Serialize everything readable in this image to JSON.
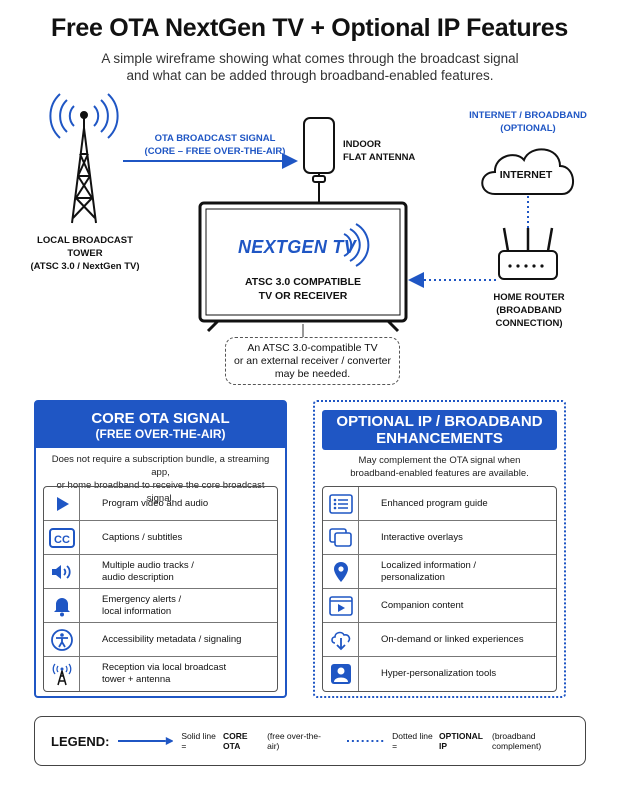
{
  "header": {
    "title": "Free OTA NextGen TV + Optional IP Features",
    "subtitle_line1": "A simple wireframe showing what comes through the broadcast signal",
    "subtitle_line2": "and what can be added through broadband-enabled features."
  },
  "diagram": {
    "tower_label_1": "LOCAL BROADCAST TOWER",
    "tower_label_2": "(ATSC 3.0 / NextGen TV)",
    "signal_label_1": "OTA BROADCAST SIGNAL",
    "signal_label_2": "(CORE – FREE OVER-THE-AIR)",
    "antenna_label_1": "INDOOR",
    "antenna_label_2": "FLAT ANTENNA",
    "internet_label_1": "INTERNET / BROADBAND",
    "internet_label_2": "(OPTIONAL)",
    "cloud_label": "INTERNET",
    "tv_logo": "NEXTGEN TV",
    "tv_label_1": "ATSC 3.0 COMPATIBLE",
    "tv_label_2": "TV OR RECEIVER",
    "router_label_1": "HOME ROUTER",
    "router_label_2": "(BROADBAND CONNECTION)",
    "note_line1": "An ATSC 3.0-compatible TV",
    "note_line2": "or an external receiver / converter",
    "note_line3": "may be needed."
  },
  "core_panel": {
    "title_1": "CORE OTA SIGNAL",
    "title_2": "(FREE OVER-THE-AIR)",
    "desc_1": "Does not require a subscription bundle, a streaming app,",
    "desc_2": "or home broadband to receive the core broadcast signal.",
    "items": [
      {
        "icon": "play-icon",
        "l1": "Program video and audio",
        "l2": ""
      },
      {
        "icon": "cc-icon",
        "l1": "Captions / subtitles",
        "l2": ""
      },
      {
        "icon": "speaker-icon",
        "l1": "Multiple audio tracks /",
        "l2": "audio description"
      },
      {
        "icon": "bell-icon",
        "l1": "Emergency alerts /",
        "l2": "local information"
      },
      {
        "icon": "accessibility-icon",
        "l1": "Accessibility metadata / signaling",
        "l2": ""
      },
      {
        "icon": "tower-icon",
        "l1": "Reception via local broadcast",
        "l2": "tower + antenna"
      }
    ]
  },
  "ip_panel": {
    "title_1": "OPTIONAL IP / BROADBAND",
    "title_2": "ENHANCEMENTS",
    "desc_1": "May complement the OTA signal when",
    "desc_2": "broadband-enabled features are available.",
    "items": [
      {
        "icon": "list-icon",
        "l1": "Enhanced program guide",
        "l2": ""
      },
      {
        "icon": "overlay-icon",
        "l1": "Interactive overlays",
        "l2": ""
      },
      {
        "icon": "location-icon",
        "l1": "Localized information /",
        "l2": "personalization"
      },
      {
        "icon": "companion-video-icon",
        "l1": "Companion content",
        "l2": ""
      },
      {
        "icon": "cloud-download-icon",
        "l1": "On-demand or linked experiences",
        "l2": ""
      },
      {
        "icon": "user-icon",
        "l1": "Hyper-personalization tools",
        "l2": ""
      }
    ]
  },
  "legend": {
    "title": "LEGEND:",
    "solid_prefix": "Solid line = ",
    "solid_bold": "CORE OTA",
    "solid_suffix": " (free over-the-air)",
    "dotted_prefix": "Dotted line = ",
    "dotted_bold": "OPTIONAL IP",
    "dotted_suffix": " (broadband complement)"
  },
  "colors": {
    "accent": "#1f56c4"
  }
}
